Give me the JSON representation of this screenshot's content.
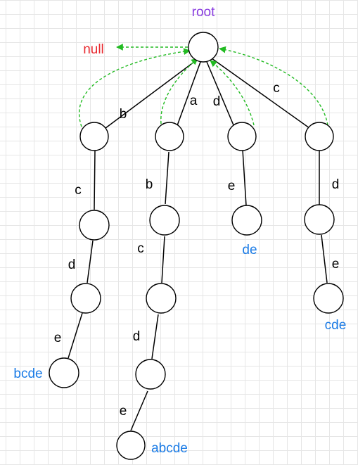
{
  "labels": {
    "root": "root",
    "null": "null",
    "edges": {
      "root_b": "b",
      "root_a": "a",
      "root_d": "d",
      "root_c": "c",
      "b_c": "c",
      "bc_d": "d",
      "bcd_e": "e",
      "a_b": "b",
      "ab_c": "c",
      "abc_d": "d",
      "abcd_e": "e",
      "d_e": "e",
      "c_d": "d",
      "cd_e": "e"
    },
    "words": {
      "bcde": "bcde",
      "abcde": "abcde",
      "de": "de",
      "cde": "cde"
    }
  },
  "colors": {
    "root_label": "#8a3ee0",
    "null_label": "#e8292f",
    "word_label": "#1a7be6",
    "fail_link": "#22bb22"
  }
}
